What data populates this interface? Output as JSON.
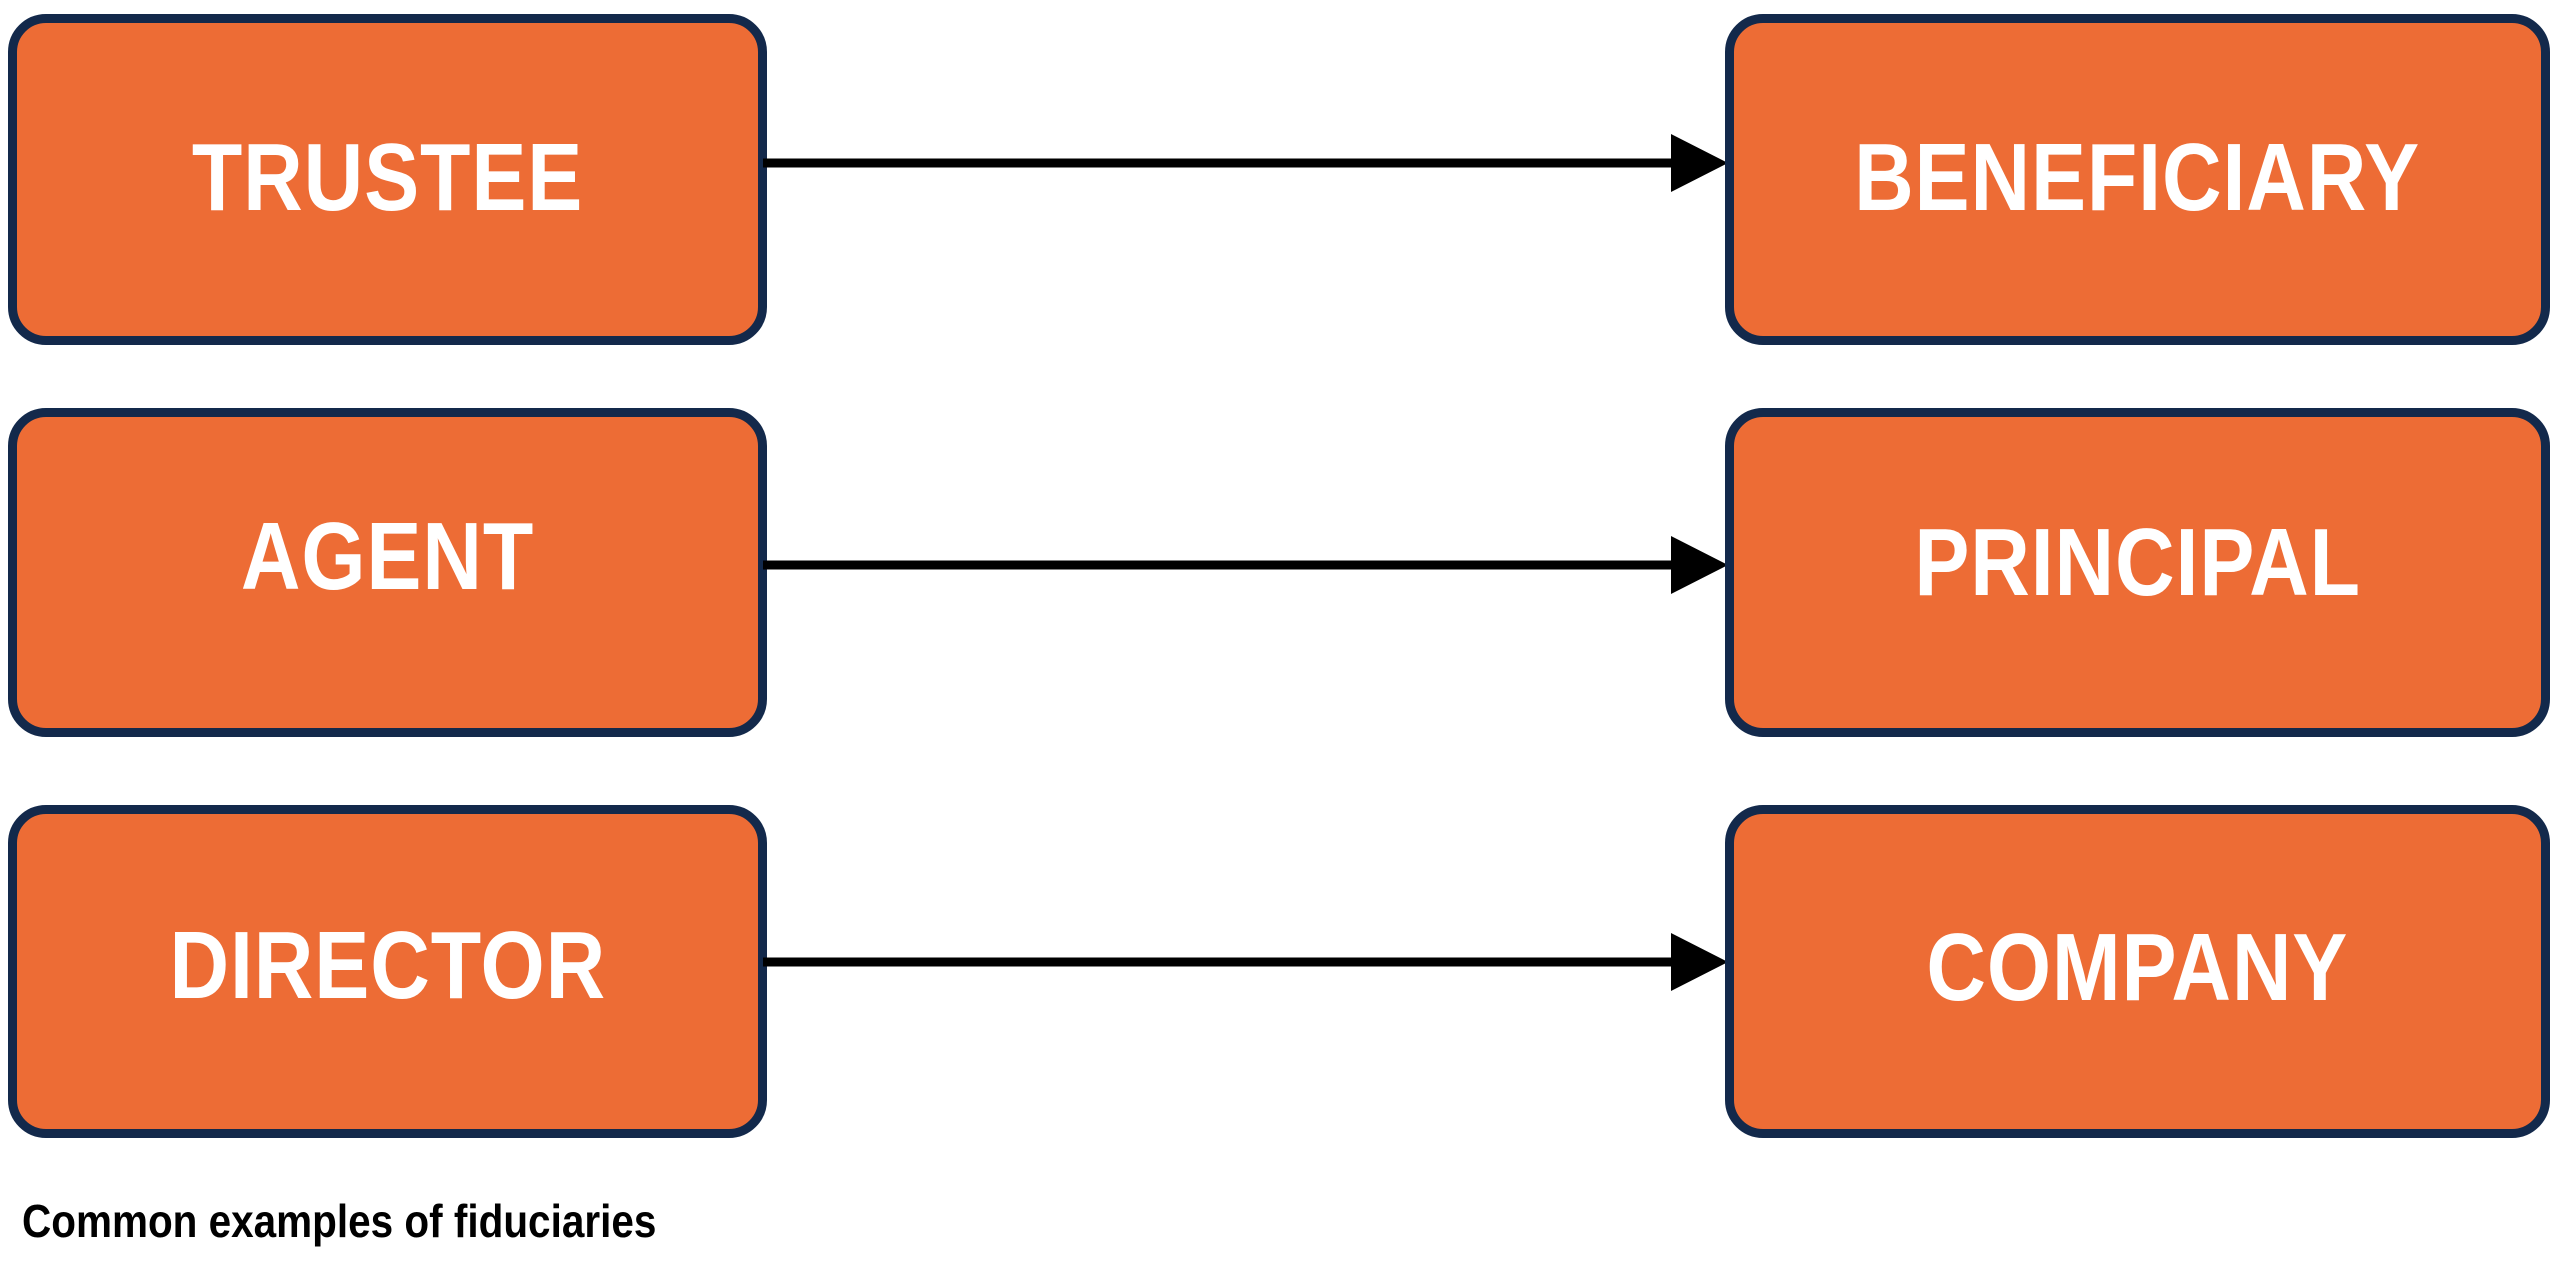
{
  "diagram": {
    "caption": "Common examples of fiduciaries",
    "colors": {
      "node_fill": "#ED6C35",
      "node_border": "#13294B",
      "node_text": "#FFFFFF",
      "arrow": "#000000",
      "background": "#FFFFFF",
      "caption_text": "#000000"
    },
    "rows": [
      {
        "fiduciary": "TRUSTEE",
        "beneficiary_party": "BENEFICIARY",
        "arrow_icon": "arrow-right-icon"
      },
      {
        "fiduciary": "AGENT",
        "beneficiary_party": "PRINCIPAL",
        "arrow_icon": "arrow-right-icon"
      },
      {
        "fiduciary": "DIRECTOR",
        "beneficiary_party": "COMPANY",
        "arrow_icon": "arrow-right-icon"
      }
    ]
  }
}
